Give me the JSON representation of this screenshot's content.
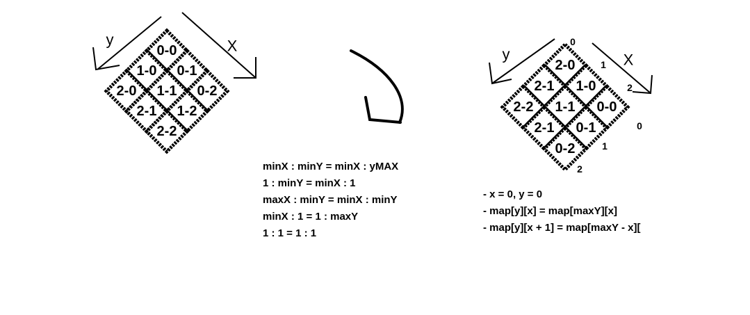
{
  "left_diagram": {
    "axis_y": "y",
    "axis_x": "X",
    "cells": [
      {
        "label": "0-0",
        "row": 0,
        "col": 0
      },
      {
        "label": "0-1",
        "row": 0,
        "col": 1
      },
      {
        "label": "0-2",
        "row": 0,
        "col": 2
      },
      {
        "label": "1-0",
        "row": 1,
        "col": 0
      },
      {
        "label": "1-1",
        "row": 1,
        "col": 1
      },
      {
        "label": "1-2",
        "row": 1,
        "col": 2
      },
      {
        "label": "2-0",
        "row": 2,
        "col": 0
      },
      {
        "label": "2-1",
        "row": 2,
        "col": 1
      },
      {
        "label": "2-2",
        "row": 2,
        "col": 2
      }
    ]
  },
  "right_diagram": {
    "axis_y": "y",
    "axis_x": "X",
    "cells": [
      {
        "label": "2-0",
        "row": 0,
        "col": 0
      },
      {
        "label": "1-0",
        "row": 0,
        "col": 1
      },
      {
        "label": "0-0",
        "row": 0,
        "col": 2
      },
      {
        "label": "2-1",
        "row": 1,
        "col": 0
      },
      {
        "label": "1-1",
        "row": 1,
        "col": 1
      },
      {
        "label": "0-1",
        "row": 1,
        "col": 2
      },
      {
        "label": "2-2",
        "row": 2,
        "col": 0
      },
      {
        "label": "2-1",
        "row": 2,
        "col": 1
      },
      {
        "label": "0-2",
        "row": 2,
        "col": 2
      }
    ],
    "top_indices": [
      "0",
      "1",
      "2"
    ],
    "side_indices": [
      "0",
      "1",
      "2"
    ]
  },
  "middle_notes": [
    "minX : minY = minX : yMAX",
    "1 : minY = minX : 1",
    "maxX : minY = minX : minY",
    "minX : 1 = 1 : maxY",
    "1 : 1 = 1 : 1"
  ],
  "right_notes": [
    "- x = 0, y = 0",
    "- map[y][x] = map[maxY][x]",
    "- map[y][x + 1] = map[maxY - x]["
  ]
}
